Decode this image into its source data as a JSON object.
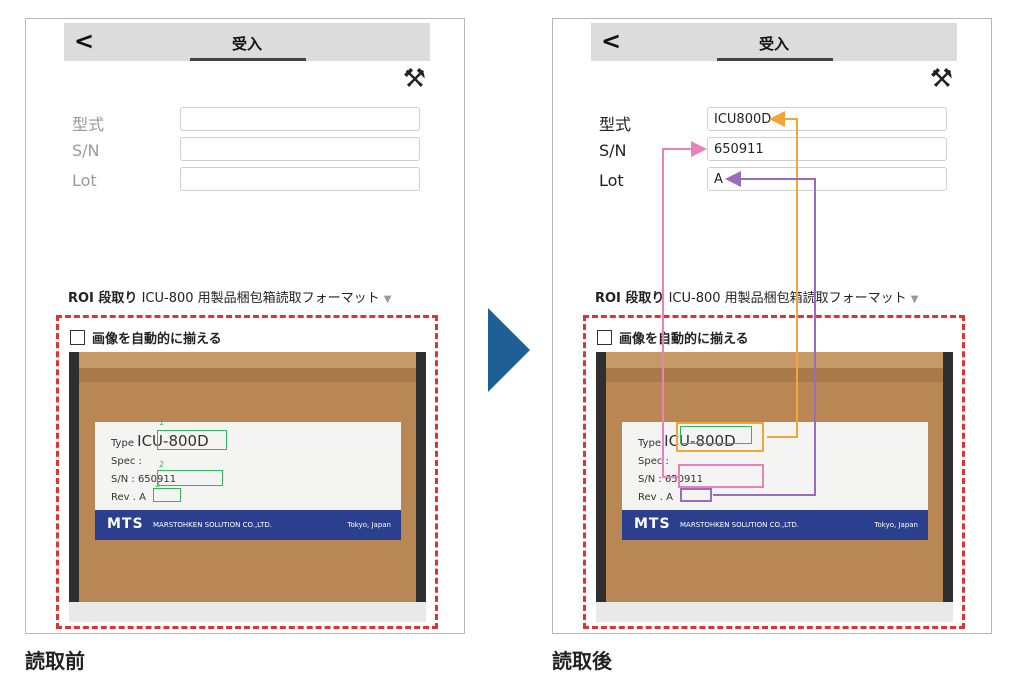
{
  "screen": {
    "back_glyph": "<",
    "title": "受入",
    "tools_glyph": "⚒",
    "labels": {
      "model": "型式",
      "sn": "S/N",
      "lot": "Lot"
    },
    "roi_prefix": "ROI 段取り",
    "roi_format": "ICU-800 用製品梱包箱読取フォーマット",
    "roi_dropdown": "▼",
    "auto_align": "画像を自動的に揃える"
  },
  "before": {
    "caption": "読取前",
    "fields": {
      "model": "",
      "sn": "",
      "lot": ""
    }
  },
  "after": {
    "caption": "読取後",
    "fields": {
      "model": "ICU800D",
      "sn": "650911",
      "lot": "A"
    }
  },
  "box_label": {
    "type_label": "Type",
    "type_value": "ICU-800D",
    "spec_label": "Spec :",
    "sn_label": "S/N :",
    "sn_value": "650911",
    "rev_label": "Rev .",
    "rev_value": "A",
    "brand": "MTS",
    "company": "MARSTOHKEN SOLUTION CO.,LTD.",
    "location": "Tokyo, Japan",
    "roi_numbers": [
      "1",
      "2",
      "3"
    ]
  },
  "colors": {
    "model_link": "#f5a43a",
    "sn_link": "#e882b8",
    "lot_link": "#9a6cc0",
    "roi_green": "#35b85a",
    "dash_red": "#d33333",
    "arrow_blue": "#1f5f96"
  }
}
